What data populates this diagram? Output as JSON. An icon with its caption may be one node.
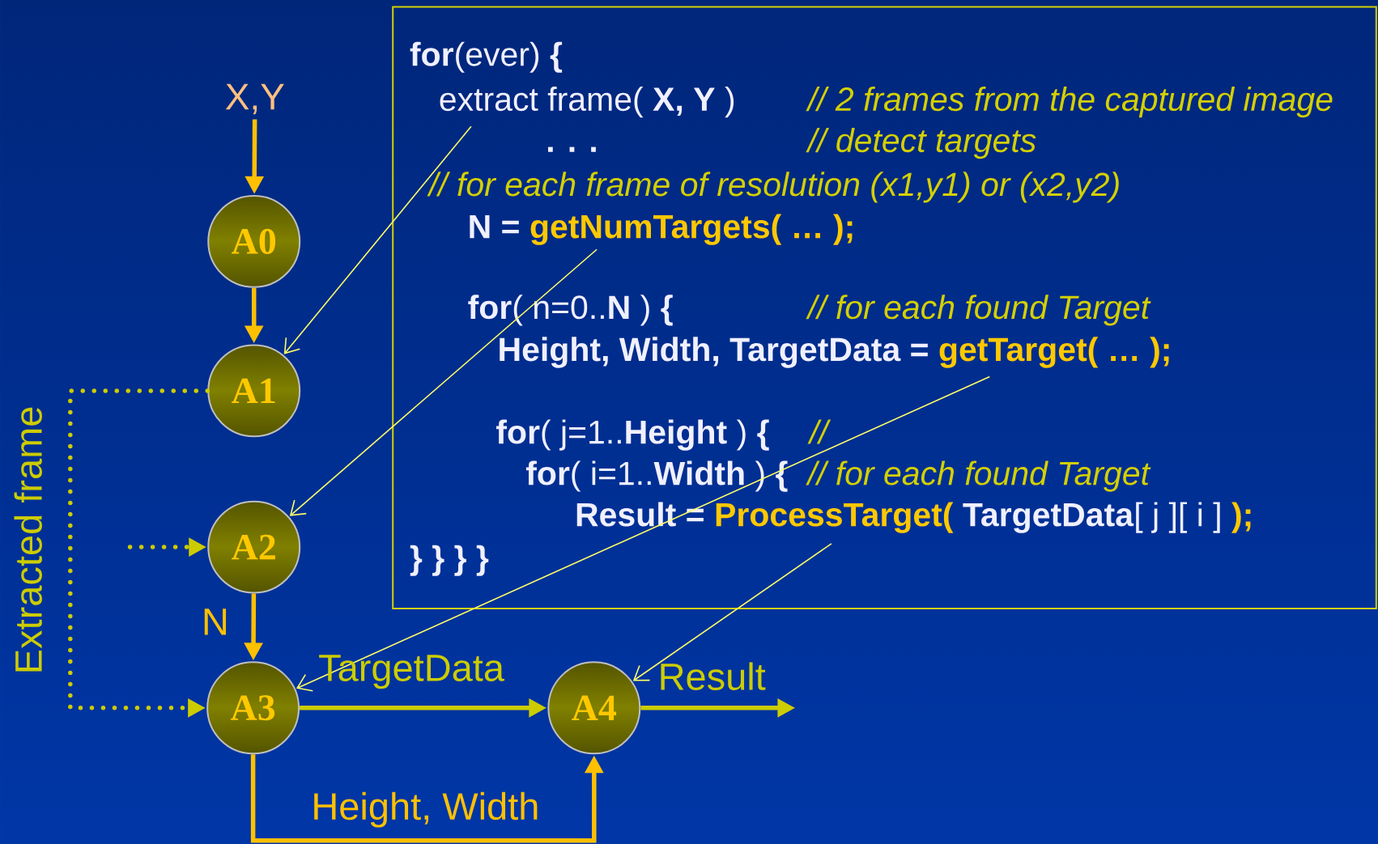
{
  "diagram": {
    "nodes": [
      {
        "text": [
          "X,Y"
        ]
      },
      {
        "text": [
          "A0"
        ]
      },
      {
        "text": [
          "A1"
        ]
      },
      {
        "text": [
          "A2"
        ]
      },
      {
        "text": [
          "A3"
        ]
      },
      {
        "text": [
          "A4"
        ]
      },
      {
        "text": [],
        "shape": "box"
      },
      {
        "text": [
          "**for**(ever) **{**"
        ],
        "in": 6
      },
      {
        "text": [
          "extract frame( **X, Y** )",
          "// 2 frames from the captured image"
        ],
        "in": 6
      },
      {
        "text": [
          ". . .",
          "// detect targets"
        ],
        "in": 6
      },
      {
        "text": [
          "// for each frame of resolution (x1,y1) or (x2,y2)"
        ],
        "in": 6
      },
      {
        "text": [
          "N =",
          "getNumTargets( … );"
        ],
        "in": 6
      },
      {
        "text": [
          "**for**( n=0..**N** ) **{**",
          "// for each found Target"
        ],
        "in": 6
      },
      {
        "text": [
          "Height, Width, TargetData =",
          "getTarget( … );"
        ],
        "in": 6
      },
      {
        "text": [
          "**for**( j=1..**Height** ) **{**",
          "//"
        ],
        "in": 6
      },
      {
        "text": [
          "**for**( i=1..**Width** ) **{**",
          "// for each found Target"
        ],
        "in": 6
      },
      {
        "text": [
          "Result =",
          "ProcessTarget(",
          "**TargetData**[ j ][ i ]",
          ");"
        ],
        "in": 6
      },
      {
        "text": [
          "} } } }"
        ],
        "in": 6
      }
    ],
    "edges": [
      {
        "from": 0,
        "to": 1,
        "arrow": "to"
      },
      {
        "from": 1,
        "to": 2,
        "arrow": "to"
      },
      {
        "from": 2,
        "to": 4,
        "arrow": "to",
        "label": "Extracted frame",
        "style": "dashed",
        "color": "#cccc00"
      },
      {
        "from": null,
        "to": 3,
        "arrow": "to",
        "style": "dashed",
        "color": "#cccc00"
      },
      {
        "from": 3,
        "to": 4,
        "arrow": "to",
        "label": "N"
      },
      {
        "from": 4,
        "to": 5,
        "arrow": "to",
        "label": "TargetData",
        "color": "#cccc00"
      },
      {
        "from": 4,
        "to": 5,
        "arrow": "to",
        "label": "Height, Width"
      },
      {
        "from": 5,
        "to": null,
        "arrow": "to",
        "label": "Result",
        "color": "#cccc00"
      },
      {
        "from": 8,
        "to": 2,
        "arrow": "to",
        "color": "#ffff66"
      },
      {
        "from": 11,
        "to": 3,
        "arrow": "to",
        "color": "#ffff66"
      },
      {
        "from": 13,
        "to": 4,
        "arrow": "to",
        "color": "#ffff66"
      },
      {
        "from": 16,
        "to": 5,
        "arrow": "to",
        "color": "#ffff66"
      }
    ]
  }
}
